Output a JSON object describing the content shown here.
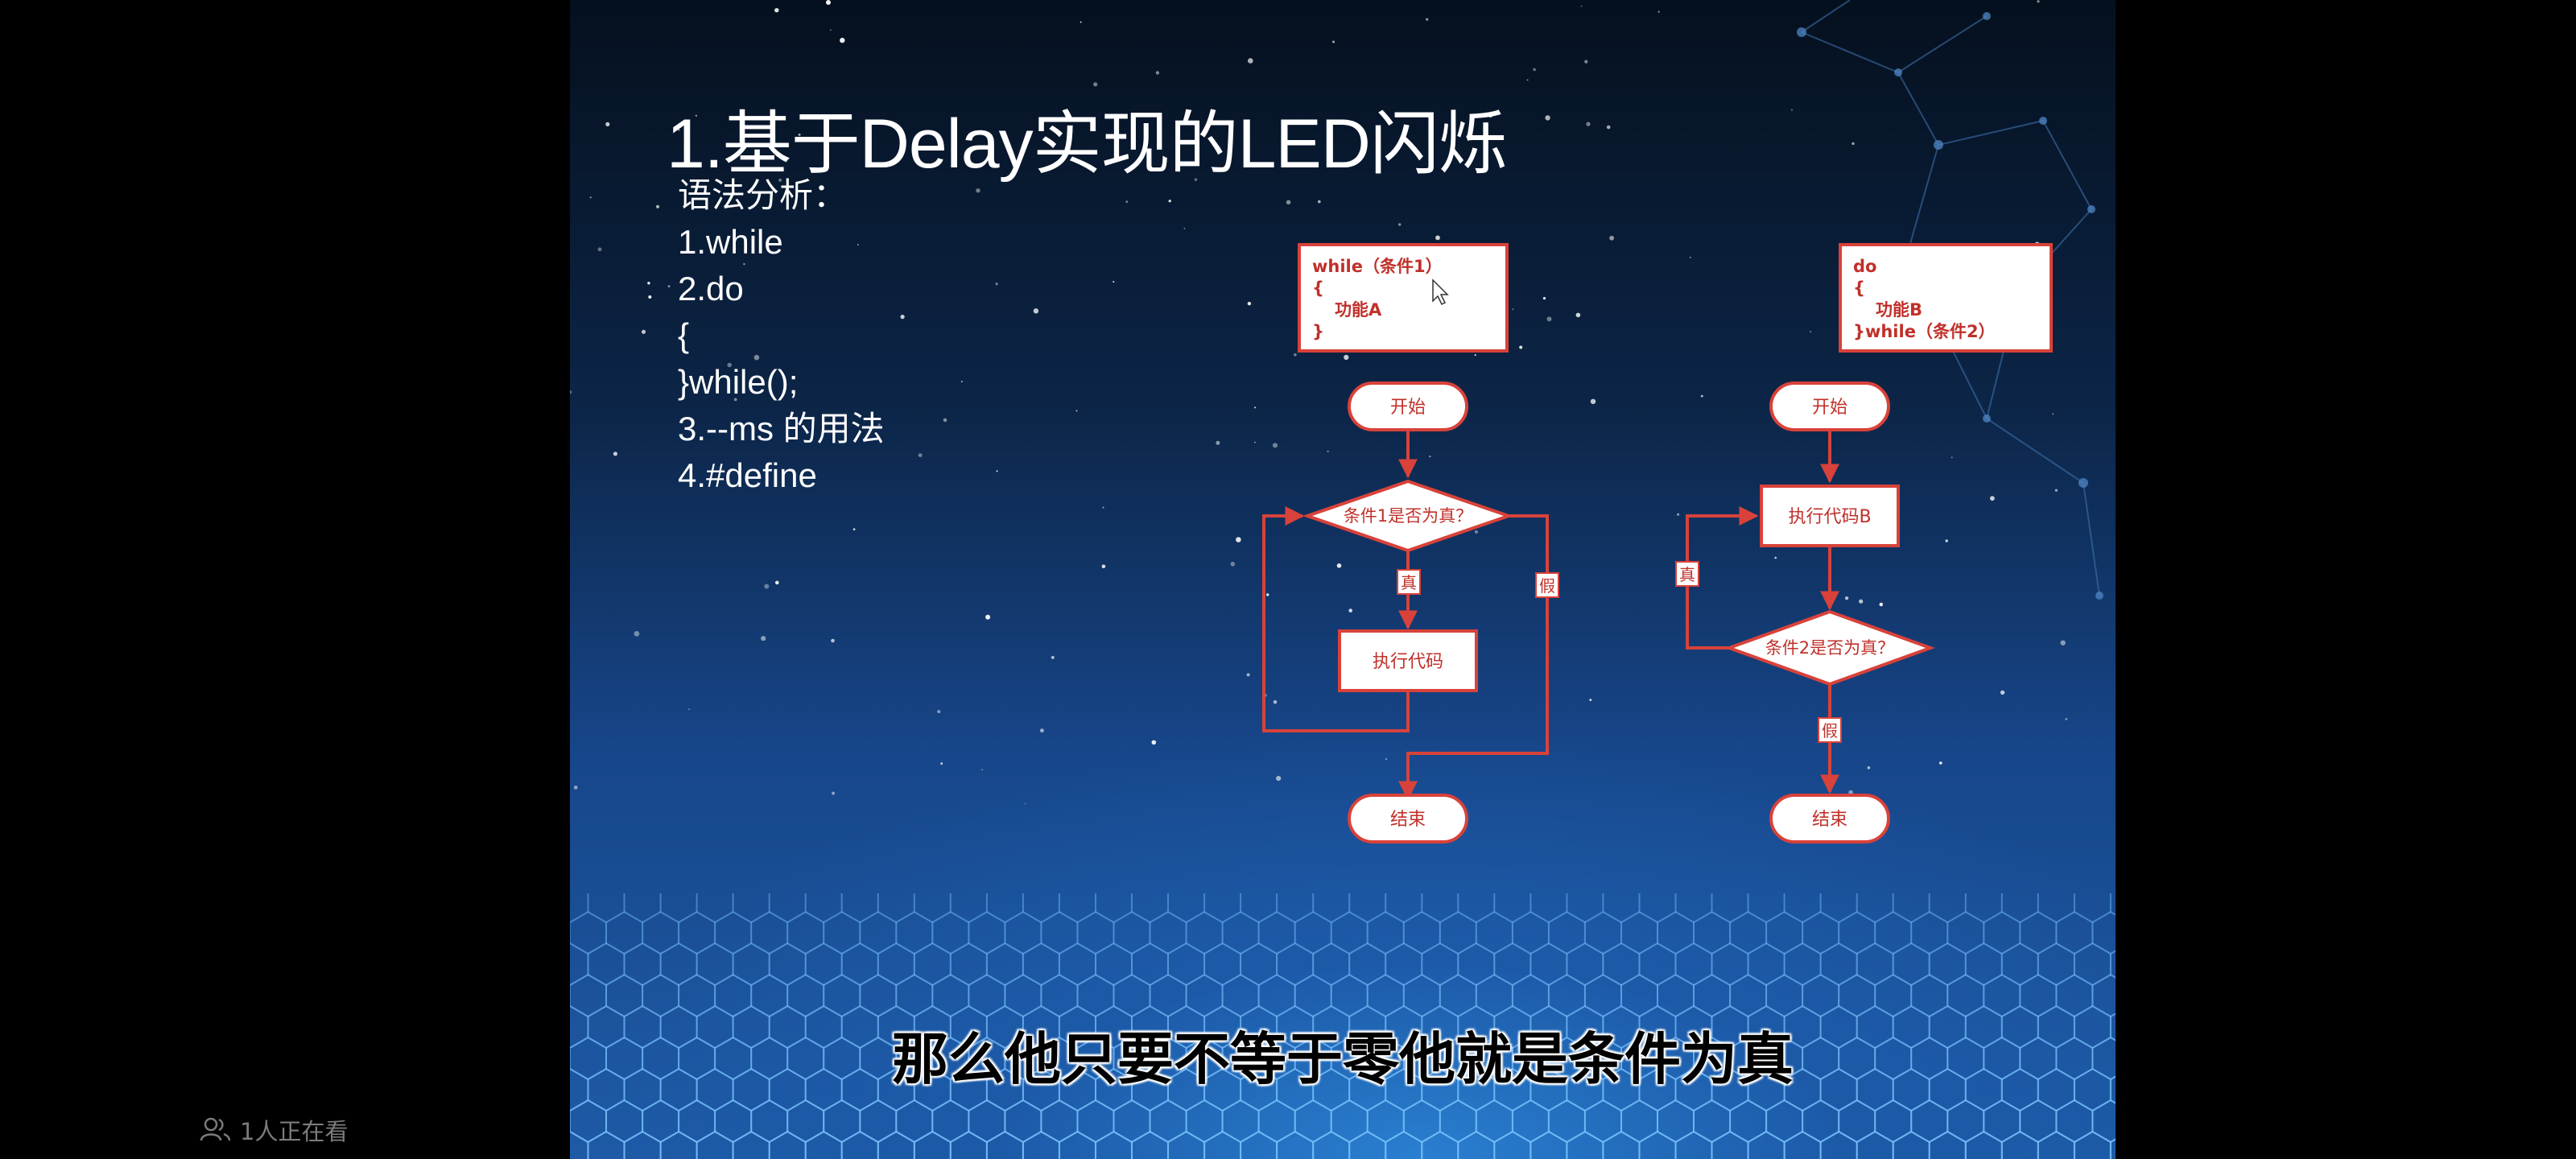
{
  "slide": {
    "title": "1.基于Delay实现的LED闪烁",
    "syntax_lines": [
      "语法分析：",
      "1.while",
      "2.do",
      "{",
      "}while();",
      "3.--ms 的用法",
      "4.#define"
    ]
  },
  "flowchart_while": {
    "code_lines": [
      "while（条件1）",
      "{",
      "功能A",
      "}"
    ],
    "start": "开始",
    "condition": "条件1是否为真？",
    "true_label": "真",
    "false_label": "假",
    "action": "执行代码",
    "end": "结束"
  },
  "flowchart_do_while": {
    "code_lines": [
      "do",
      "{",
      "功能B",
      "}while（条件2）"
    ],
    "start": "开始",
    "action": "执行代码B",
    "condition": "条件2是否为真？",
    "true_label": "真",
    "false_label": "假",
    "end": "结束"
  },
  "subtitle": "那么他只要不等于零他就是条件为真",
  "viewers": {
    "icon": "viewers-icon",
    "text": "1人正在看"
  },
  "colors": {
    "flow_stroke": "#d8423a",
    "flow_text": "#c0302a",
    "background": "#000000"
  }
}
